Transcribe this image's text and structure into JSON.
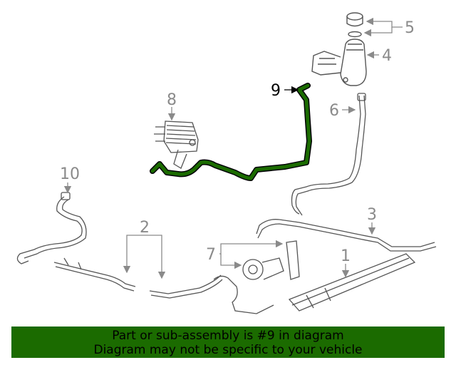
{
  "diagram": {
    "callouts": [
      "1",
      "2",
      "3",
      "4",
      "5",
      "6",
      "7",
      "8",
      "9",
      "10"
    ],
    "highlight_callout": "9",
    "colors": {
      "line": "#8a8a8a",
      "highlight_line": "#000000",
      "highlight_part": "#1b6b00",
      "banner_bg": "#1b6b00"
    }
  },
  "banner": {
    "line1": "Part or sub-assembly is #9 in diagram",
    "line2": "Diagram may not be specific to your vehicle"
  }
}
